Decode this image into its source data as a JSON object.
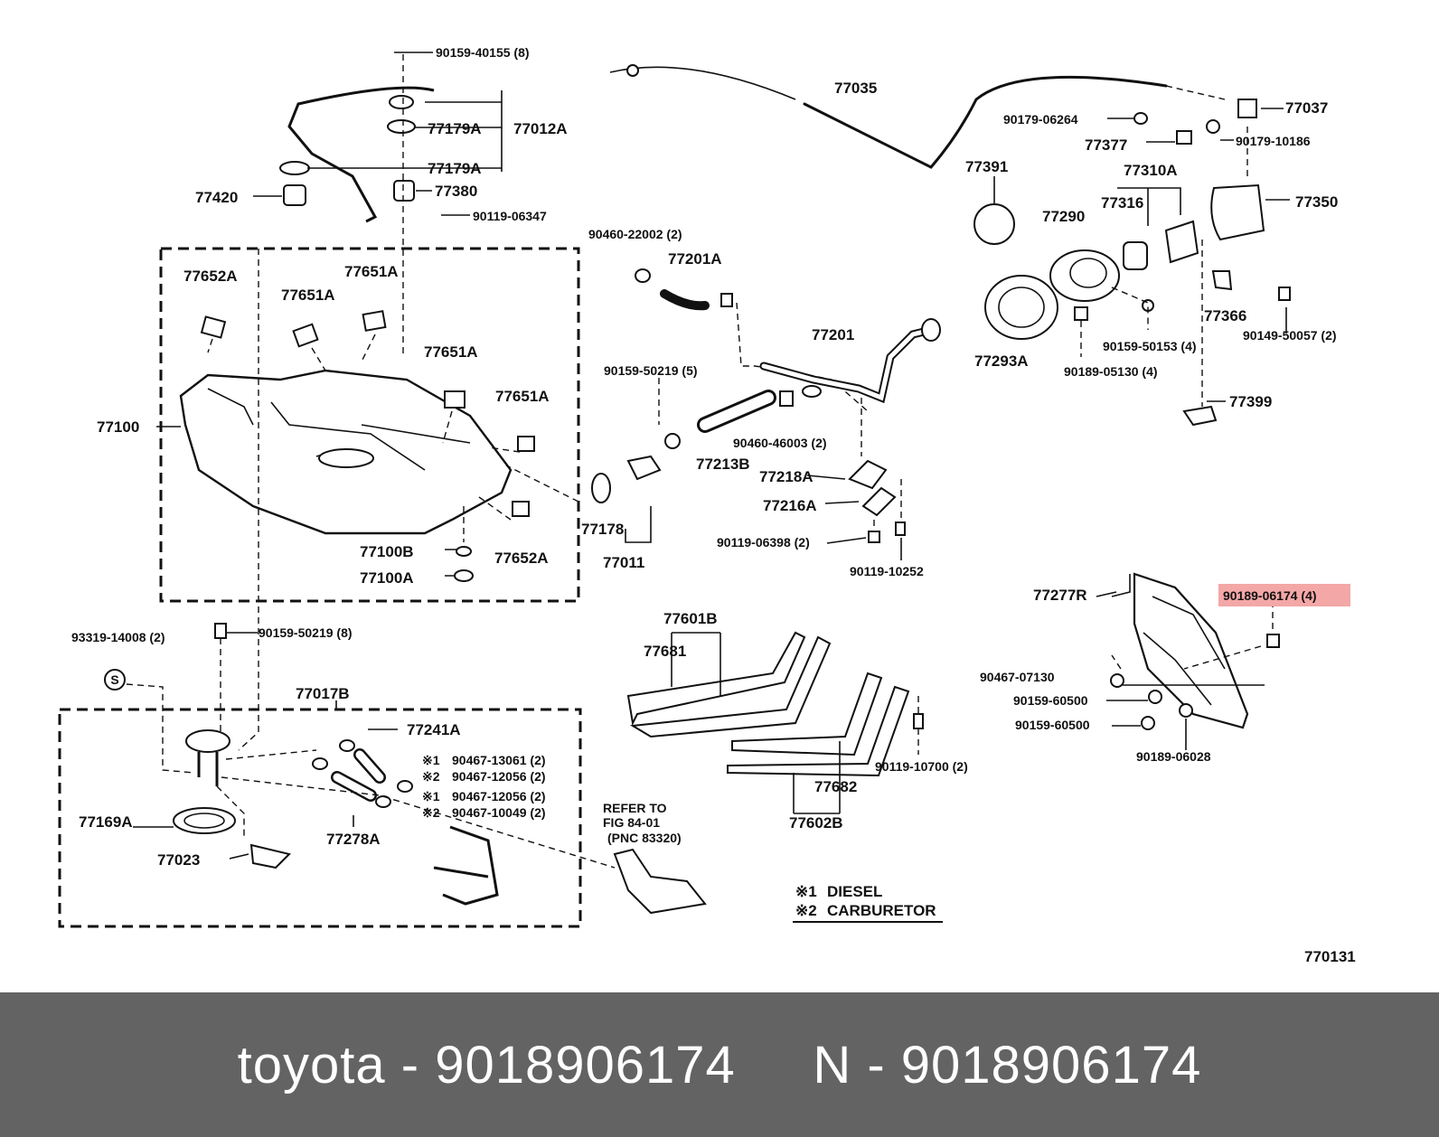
{
  "diagram": {
    "figure_number": "770131",
    "labels": {
      "p1": "90159-40155 (8)",
      "p2": "77035",
      "p3": "77037",
      "p4": "77179A",
      "p5": "77012A",
      "p6": "77179A",
      "p7": "77420",
      "p8": "77380",
      "p9": "90119-06347",
      "p10": "90179-06264",
      "p11": "77377",
      "p12": "90179-10186",
      "p13": "77391",
      "p14": "77310A",
      "p15": "77290",
      "p16": "77316",
      "p17": "77350",
      "p18": "90460-22002 (2)",
      "p19": "77201A",
      "p20": "77652A",
      "p21": "77651A",
      "p22": "77651A",
      "p23": "77651A",
      "p24": "77651A",
      "p25": "77100",
      "p26": "77201",
      "p27": "77366",
      "p28": "90159-50153 (4)",
      "p29": "90149-50057 (2)",
      "p30": "77293A",
      "p31": "90189-05130 (4)",
      "p32": "90159-50219 (5)",
      "p33": "77399",
      "p34": "90460-46003 (2)",
      "p35": "77213B",
      "p36": "77218A",
      "p37": "77216A",
      "p38": "77178",
      "p39": "90119-06398 (2)",
      "p40": "77011",
      "p41": "77100B",
      "p42": "77652A",
      "p43": "77100A",
      "p44": "90119-10252",
      "p45": "77277R",
      "p46": "90189-06174 (4)",
      "p47": "93319-14008 (2)",
      "p48": "90159-50219 (8)",
      "p49": "77601B",
      "p50": "77681",
      "p51": "90467-07130",
      "p52": "90159-60500",
      "p53": "90159-60500",
      "p54": "77017B",
      "p55": "90189-06028",
      "p56": "77241A",
      "p57": "※1",
      "p58": "90467-13061 (2)",
      "p59": "※2",
      "p60": "90467-12056 (2)",
      "p61": "90119-10700 (2)",
      "p62": "※1",
      "p63": "90467-12056 (2)",
      "p64": "※2",
      "p65": "90467-10049 (2)",
      "p66": "77682",
      "p67": "77169A",
      "p68": "77278A",
      "p69": "77602B",
      "p70": "REFER TO",
      "p71": "FIG 84-01",
      "p72": "(PNC 83320)",
      "p73": "77023"
    },
    "legend": {
      "mark1": "※1",
      "text1": "DIESEL",
      "mark2": "※2",
      "text2": "CARBURETOR"
    },
    "highlight_color": "#f4a7a7"
  },
  "footer": {
    "text": "toyota - 9018906174     N - 9018906174"
  }
}
